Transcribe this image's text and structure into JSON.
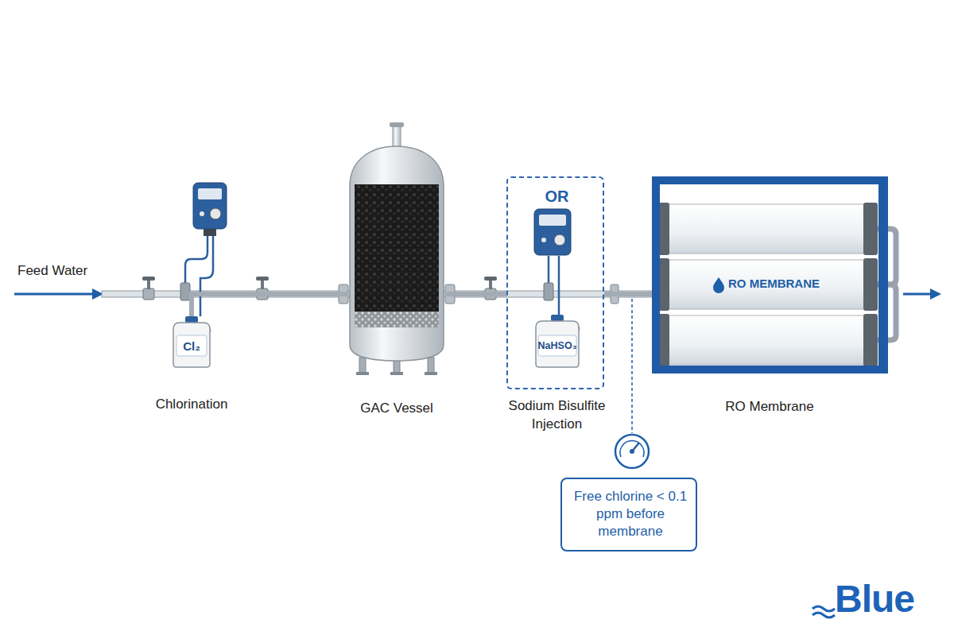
{
  "diagram": {
    "nodes": [
      {
        "text": [
          "Cl₂",
          "Chlorination"
        ]
      },
      {
        "text": [
          "GAC Vessel"
        ]
      },
      {
        "text": [
          "OR",
          "Sodium Bisulfite Injection"
        ]
      },
      {
        "text": [
          "NaHSO₃"
        ],
        "in": 2
      },
      {
        "text": [
          "RO MEMBRANE",
          "RO Membrane"
        ]
      },
      {
        "text": [
          "Free chlorine < 0.1 ppm before membrane"
        ]
      }
    ],
    "edges": [
      {
        "from": 0,
        "to": 1,
        "arrow": "none"
      },
      {
        "from": 1,
        "to": 2,
        "arrow": "none"
      },
      {
        "from": 2,
        "to": 4,
        "arrow": "none"
      }
    ],
    "labels": [
      "Feed Water",
      "Blue"
    ]
  }
}
